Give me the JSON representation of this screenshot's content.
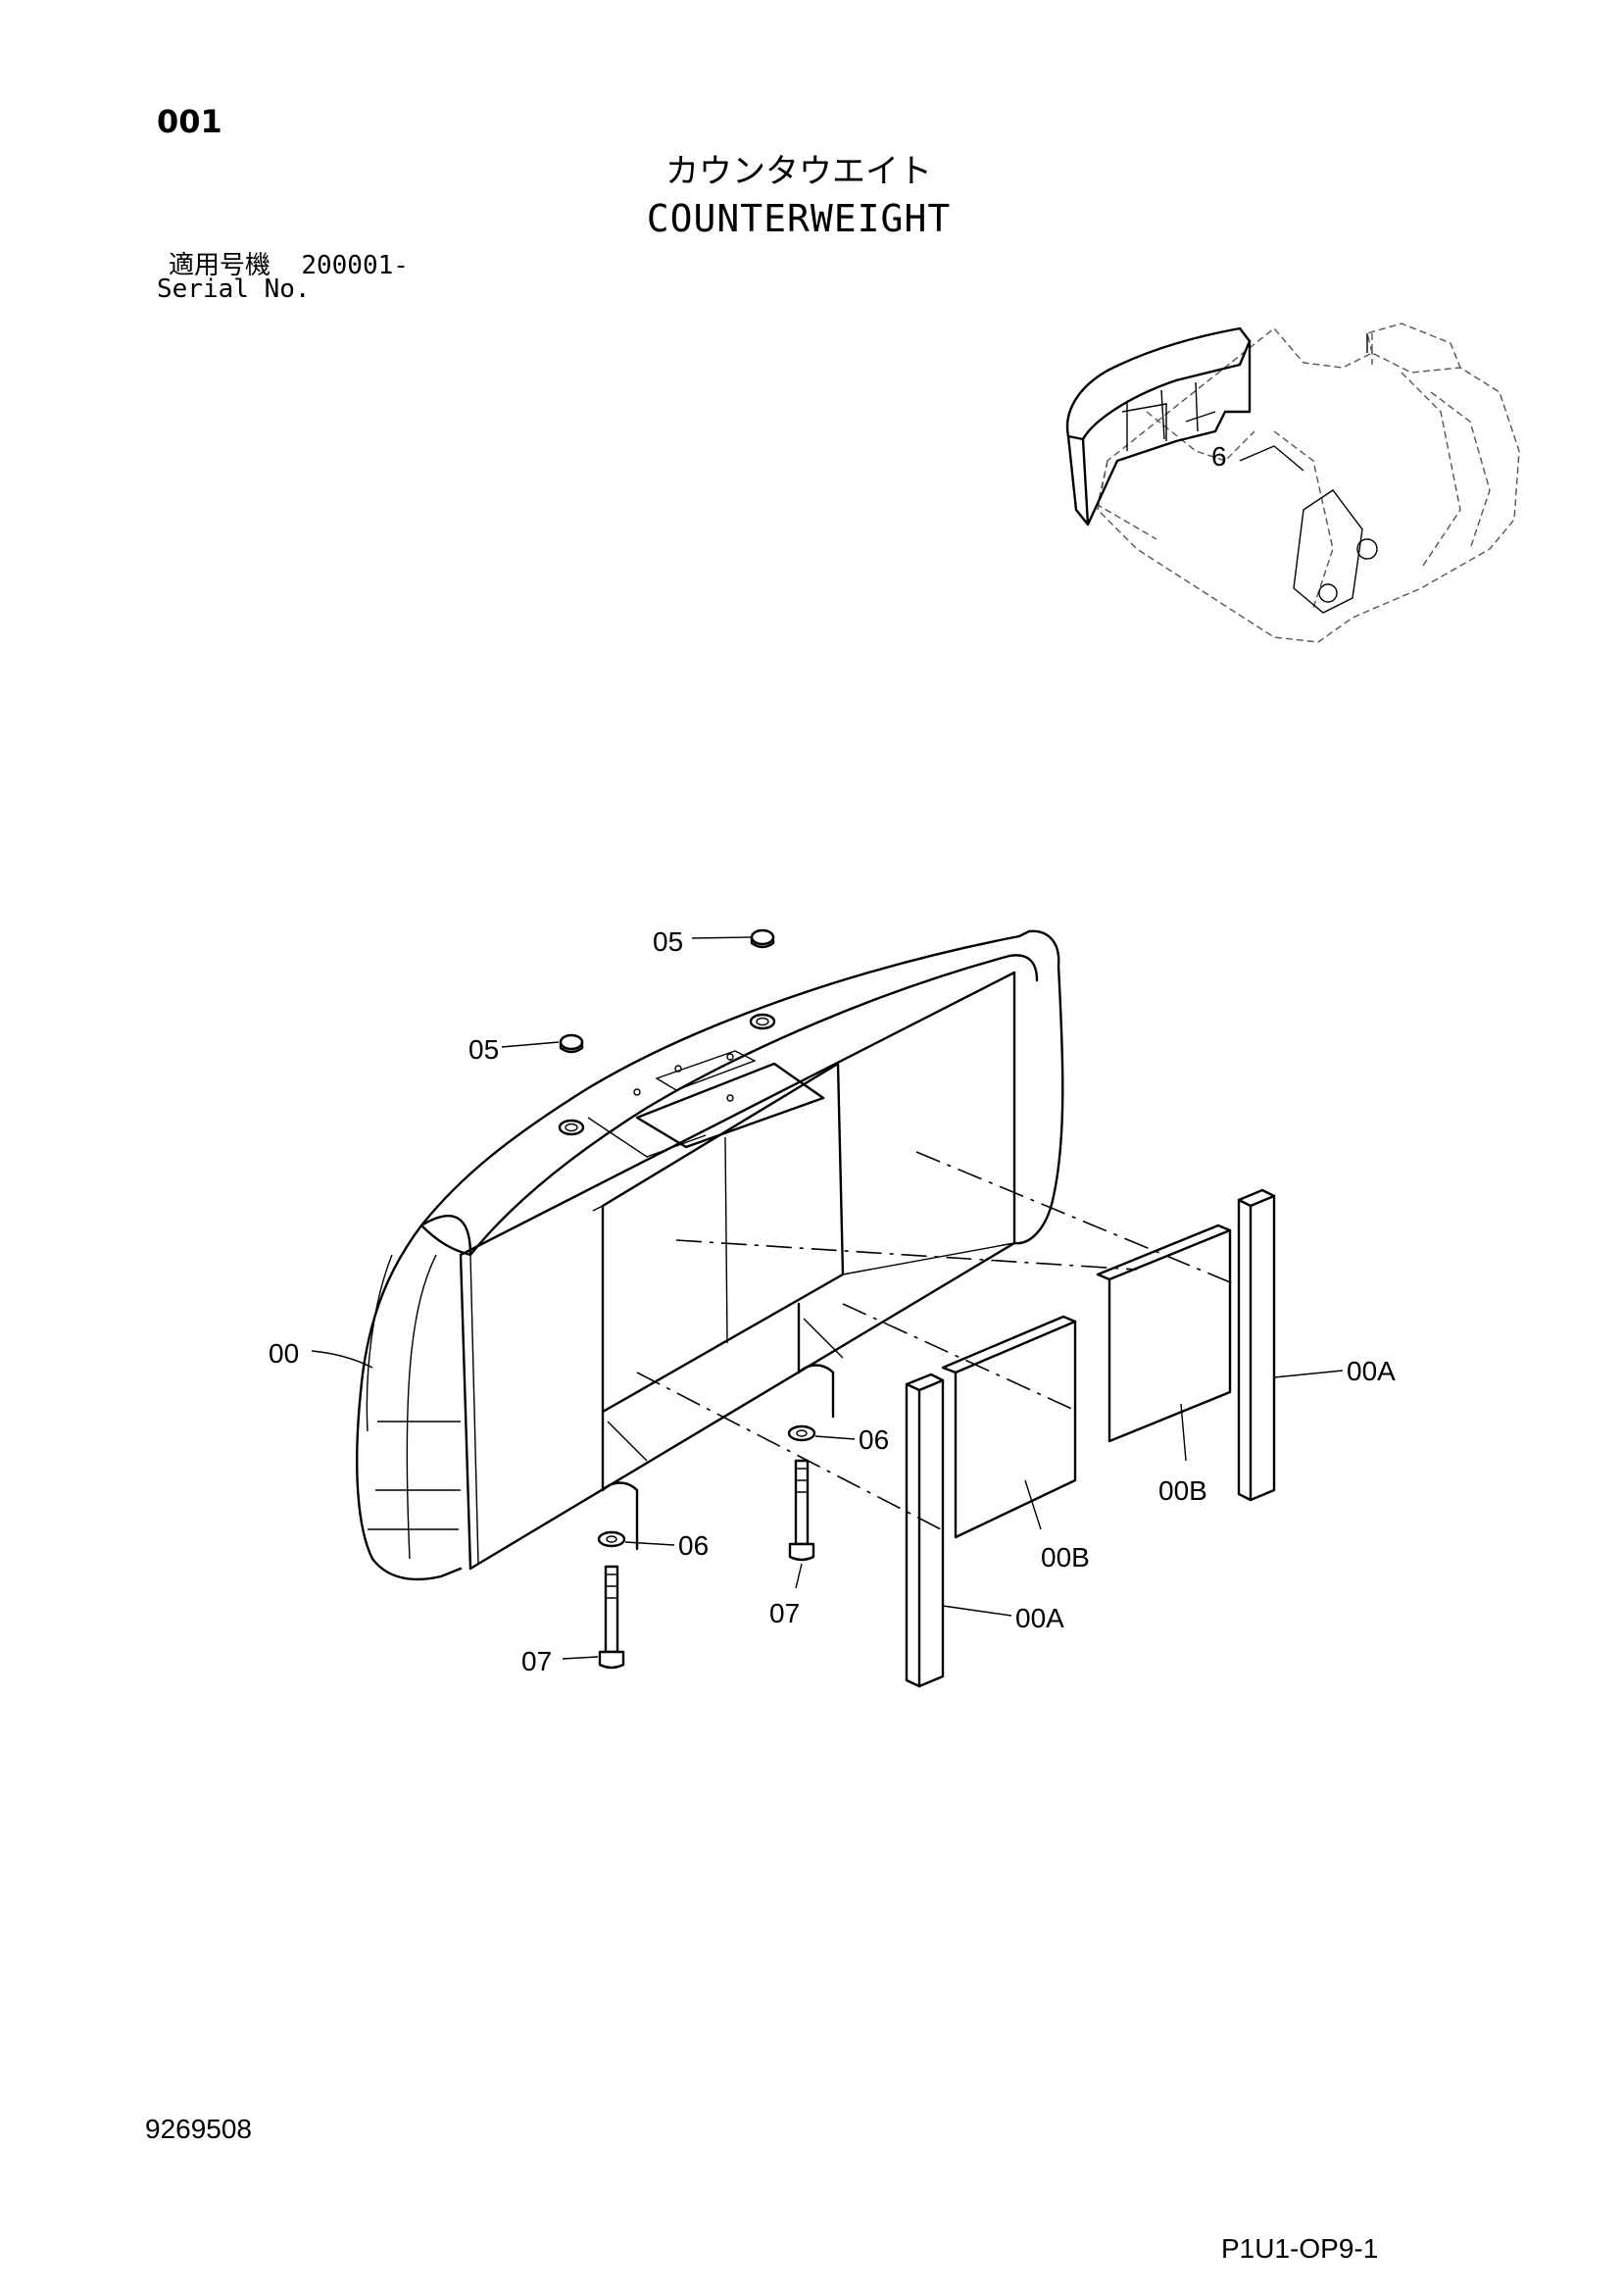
{
  "header": {
    "page_number": "001",
    "title_jp": "カウンタウエイト",
    "title_en": "COUNTERWEIGHT",
    "serial_label_jp": "適用号機",
    "serial_value": "200001-",
    "serial_label_en": "Serial No."
  },
  "callouts": {
    "p05_a": "05",
    "p05_b": "05",
    "p00": "00",
    "p06_a": "06",
    "p06_b": "06",
    "p07_a": "07",
    "p07_b": "07",
    "p00A_a": "00A",
    "p00A_b": "00A",
    "p00B_a": "00B",
    "p00B_b": "00B"
  },
  "locator": {
    "mark": "6"
  },
  "footer": {
    "document_number": "9269508",
    "page_code": "P1U1-OP9-1"
  }
}
